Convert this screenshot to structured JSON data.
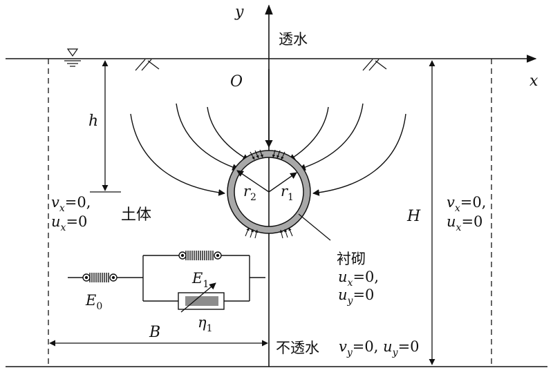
{
  "axes": {
    "x": "x",
    "y": "y",
    "origin": "O"
  },
  "labels": {
    "top_permeable": "透水",
    "bottom_impermeable": "不透水",
    "soil": "土体",
    "lining": "衬砌",
    "h": "h",
    "H": "H",
    "B": "B",
    "r1": "r",
    "r1_sub": "1",
    "r2": "r",
    "r2_sub": "2",
    "E0": "E",
    "E0_sub": "0",
    "E1": "E",
    "E1_sub": "1",
    "eta1": "η",
    "eta1_sub": "1"
  },
  "boundary": {
    "left_line1": "v",
    "left_line1_sub": "x",
    "left_line1_rest": "=0,",
    "left_line2": "u",
    "left_line2_sub": "x",
    "left_line2_rest": "=0",
    "right_line1": "v",
    "right_line1_sub": "x",
    "right_line1_rest": "=0,",
    "right_line2": "u",
    "right_line2_sub": "x",
    "right_line2_rest": "=0",
    "lining_line1": "u",
    "lining_line1_sub": "x",
    "lining_line1_rest": "=0,",
    "lining_line2": "u",
    "lining_line2_sub": "y",
    "lining_line2_rest": "=0",
    "bottom_v": "v",
    "bottom_v_sub": "y",
    "bottom_v_rest": "=0, ",
    "bottom_u": "u",
    "bottom_u_sub": "y",
    "bottom_u_rest": "=0"
  },
  "colors": {
    "ink": "#111111",
    "lining_fill": "#a8a8a8",
    "dashpot_fill": "#8c8c8c"
  }
}
